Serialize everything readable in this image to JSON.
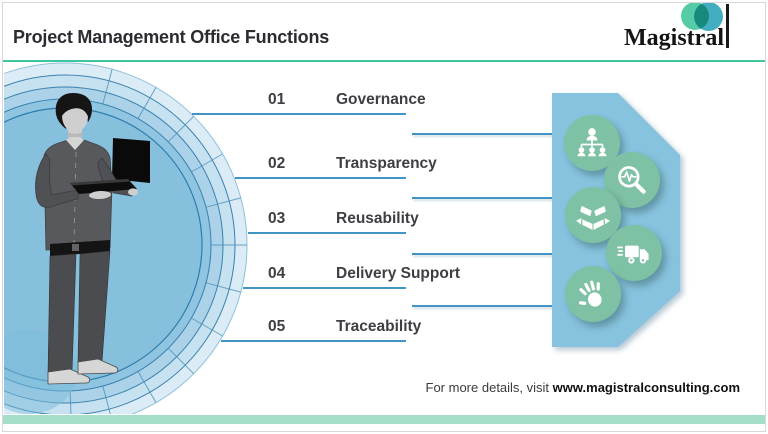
{
  "header": {
    "title": "Project Management Office Functions"
  },
  "logo": {
    "brand": "Magistral"
  },
  "functions": [
    {
      "number": "01",
      "label": "Governance"
    },
    {
      "number": "02",
      "label": "Transparency"
    },
    {
      "number": "03",
      "label": "Reusability"
    },
    {
      "number": "04",
      "label": "Delivery Support"
    },
    {
      "number": "05",
      "label": "Traceability"
    }
  ],
  "icon_panel": {
    "icons": [
      {
        "name": "org-hierarchy-icon"
      },
      {
        "name": "search-pulse-icon"
      },
      {
        "name": "open-box-icon"
      },
      {
        "name": "delivery-truck-icon"
      },
      {
        "name": "handprint-icon"
      }
    ]
  },
  "footer": {
    "prefix": "For more details, visit ",
    "site": "www.magistralconsulting.com"
  },
  "colors": {
    "header_rule_teal": "#40c69e",
    "bottom_bar_mint": "#a6dfc8",
    "panel_blue": "#87c2de",
    "icon_circle_green": "#7ec1a4",
    "connector_blue": "#4095c5",
    "rings_fill_blue": "#86c0dd",
    "ring_stroke_blue": "#2e7cab",
    "logo_green": "#55cba6",
    "logo_teal": "#44aec1",
    "text_dark": "#3e3e43"
  }
}
